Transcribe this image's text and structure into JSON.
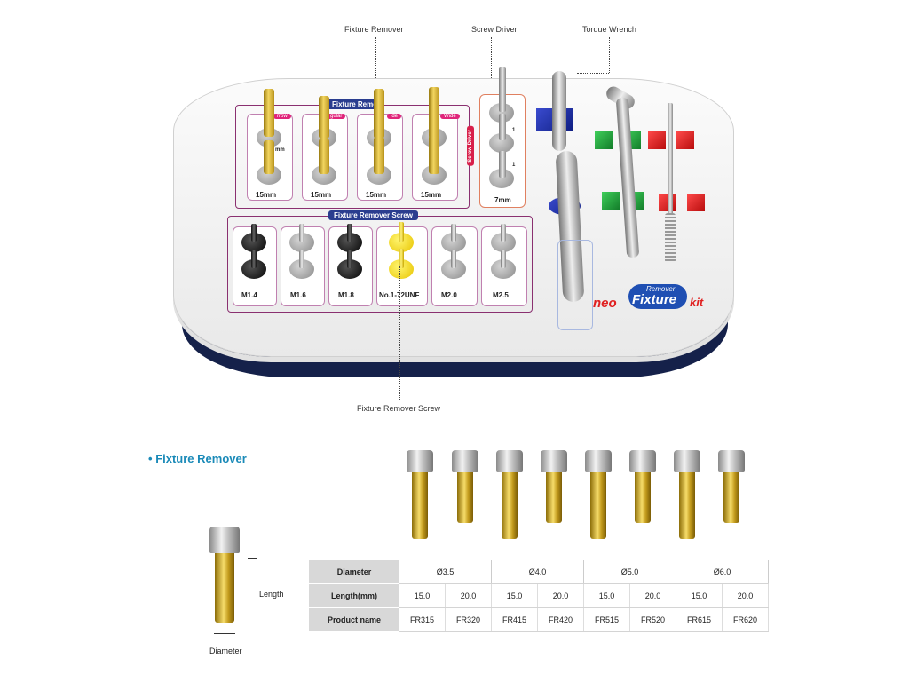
{
  "callouts": {
    "fixture_remover": "Fixture Remover",
    "screw_driver": "Screw Driver",
    "torque_wrench": "Torque Wrench",
    "fixture_remover_screw": "Fixture Remover Screw"
  },
  "kit": {
    "remover_panel_title": "Fixture Remo",
    "remover_tags": [
      "rrow",
      "gular",
      "ide",
      "Wide"
    ],
    "remover_partial_labels": [
      "mm"
    ],
    "remover_lengths": [
      "15mm",
      "15mm",
      "15mm",
      "15mm"
    ],
    "screw_panel_title": "Fixture Remover Screw",
    "screw_labels": [
      "M1.4",
      "M1.6",
      "M1.8",
      "No.1-72UNF",
      "M2.0",
      "M2.5"
    ],
    "driver_panel_title": "Screw Driver",
    "driver_partial_labels": [
      "1",
      "1"
    ],
    "driver_length": "7mm",
    "logo_neo": "neo",
    "logo_small": "Remover",
    "logo_big": "Fixture",
    "logo_kit": "kit"
  },
  "section": {
    "bullet": "•",
    "title": "Fixture Remover",
    "length_label": "Length",
    "diameter_label": "Diameter"
  },
  "table": {
    "row_labels": [
      "Diameter",
      "Length(mm)",
      "Product name"
    ],
    "diameters": [
      "Ø3.5",
      "Ø4.0",
      "Ø5.0",
      "Ø6.0"
    ],
    "lengths": [
      "15.0",
      "20.0",
      "15.0",
      "20.0",
      "15.0",
      "20.0",
      "15.0",
      "20.0"
    ],
    "products": [
      "FR315",
      "FR320",
      "FR415",
      "FR420",
      "FR515",
      "FR520",
      "FR615",
      "FR620"
    ]
  },
  "colors": {
    "title_blue": "#1a8ab8",
    "panel_magenta": "#8a3070",
    "pill_navy": "#2a3d8f",
    "base_navy": "#15214a",
    "gold": "#e8c24a"
  }
}
